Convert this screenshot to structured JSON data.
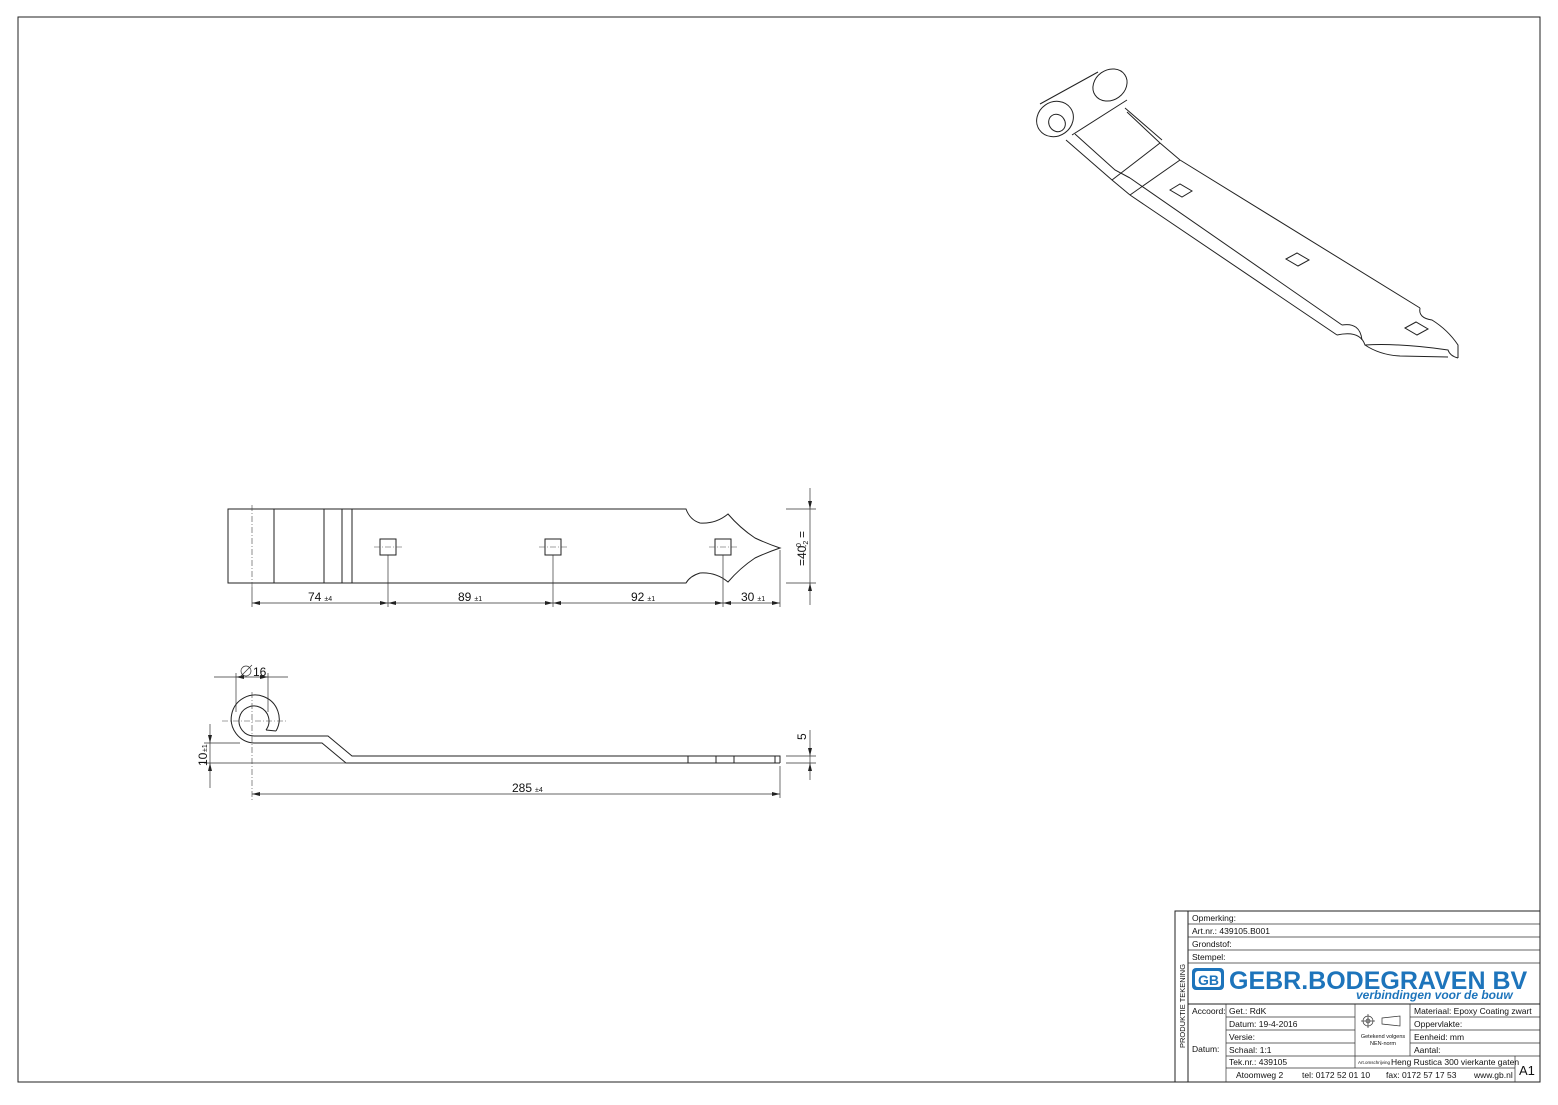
{
  "drawing": {
    "dimensions": {
      "d74": "74",
      "d74_tol": "±4",
      "d89": "89",
      "d89_tol": "±1",
      "d92": "92",
      "d92_tol": "±1",
      "d30": "30",
      "d30_tol": "±1",
      "width": "=40",
      "width_tol_upper": "0",
      "width_tol_lower": "-2",
      "width_suffix": "=",
      "diameter": "16",
      "height10": "10",
      "height10_tol": "±1",
      "thickness": "5",
      "length": "285",
      "length_tol": "±4"
    }
  },
  "title_block": {
    "side_label": "PRODUKTIE TEKENING",
    "opmerking": "Opmerking:",
    "art_nr": "Art.nr.:  439105.B001",
    "grondstof": "Grondstof:",
    "stempel": "Stempel:",
    "company_name": "GEBR.BODEGRAVEN BV",
    "company_tagline": "verbindingen voor de bouw",
    "logo_text": "GB",
    "accoord": "Accoord:",
    "datum_label": "Datum:",
    "get": "Get.: RdK",
    "datum": "Datum: 19-4-2016",
    "versie": "Versie:",
    "schaal": "Schaal: 1:1",
    "tek_nr": "Tek.nr.: 439105",
    "norm_line1": "Getekend volgens",
    "norm_line2": "NEN-norm",
    "materiaal": "Materiaal: Epoxy Coating zwart",
    "oppervlakte": "Oppervlakte:",
    "eenheid": "Eenheid: mm",
    "aantal": "Aantal:",
    "omschrijving_label": "Art.omschrijving",
    "omschrijving": "Heng Rustica 300 vierkante gaten",
    "format": "A1",
    "address": "Atoomweg 2",
    "tel": "tel: 0172 52 01 10",
    "fax": "fax: 0172 57 17 53",
    "web": "www.gb.nl"
  }
}
